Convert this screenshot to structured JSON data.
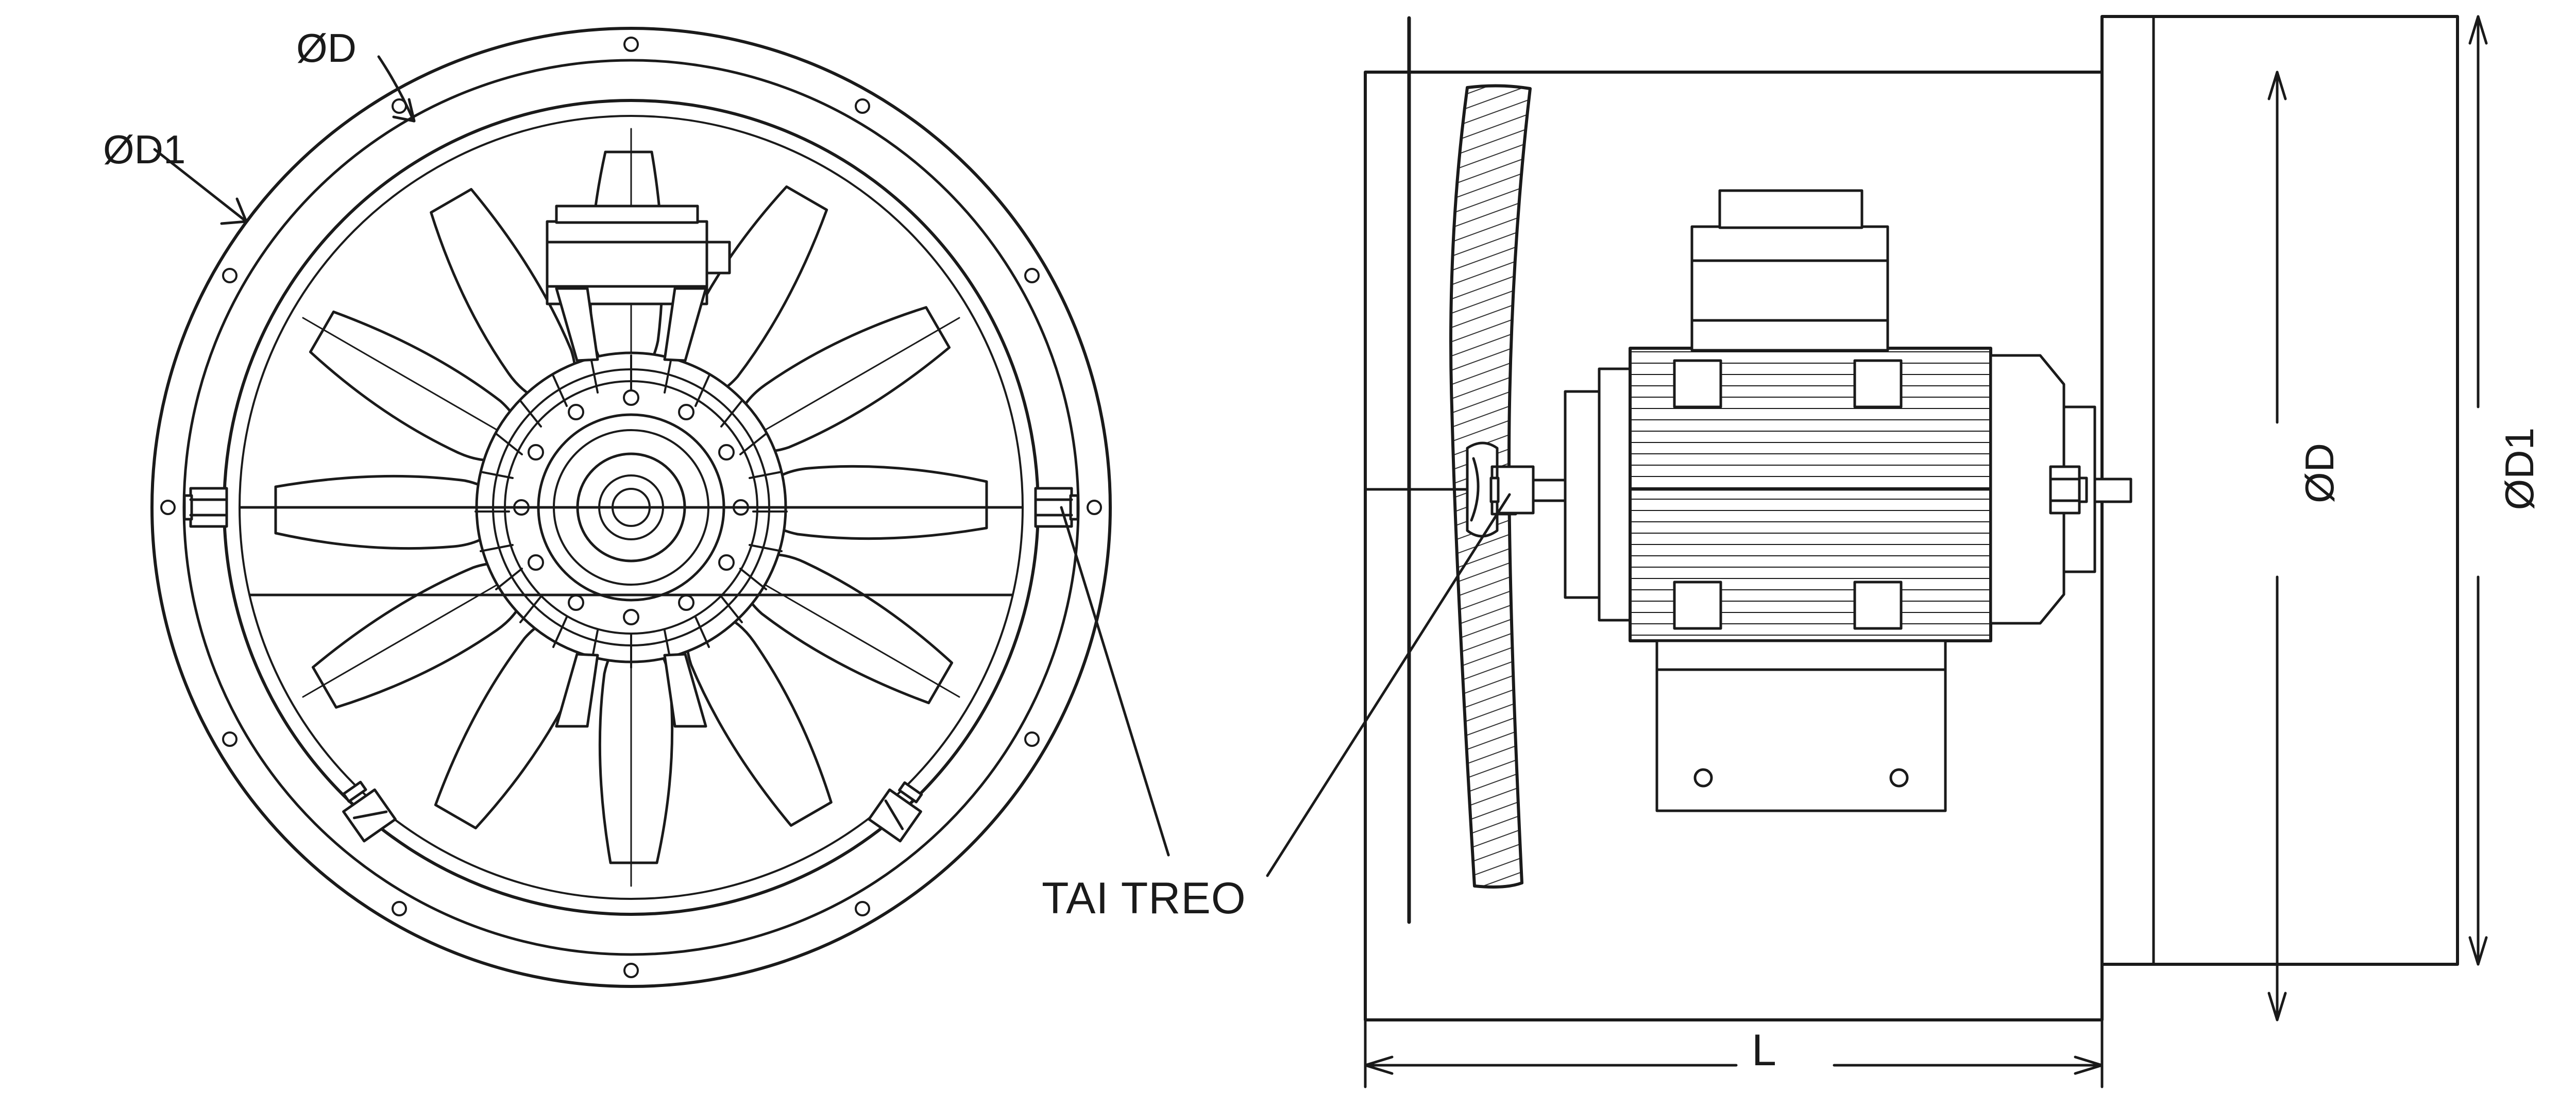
{
  "drawing": {
    "title": "Axial fan technical drawing — front view and side view",
    "labels": {
      "diameter_d": "ØD",
      "diameter_d1": "ØD1",
      "mounting_callout": "TAI TREO",
      "length_dim": "L",
      "side_diameter_d": "ØD",
      "side_diameter_d1": "ØD1"
    },
    "front_view": {
      "name": "front-view",
      "blade_count": 12,
      "outer_flange_bolt_count": 12,
      "hub_bolt_count": 12,
      "bracket_count": 4
    },
    "side_view": {
      "name": "side-view",
      "components": [
        "casing",
        "impeller-blade",
        "motor",
        "terminal-box",
        "motor-base",
        "duct-outline"
      ]
    },
    "colors": {
      "line": "#1a1a1a",
      "background": "#ffffff",
      "hatch": "#333333"
    }
  }
}
